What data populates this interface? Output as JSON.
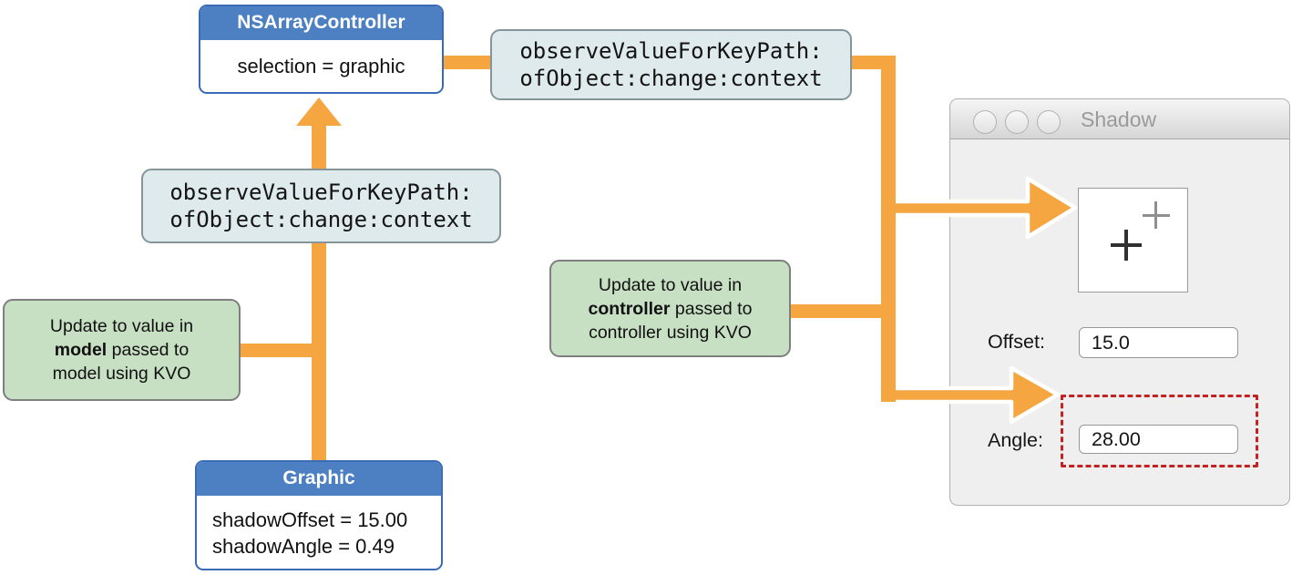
{
  "colors": {
    "arrow_orange": "#F5A640",
    "box_blue_header": "#4C80C2",
    "box_blue_border": "#3A6CB5",
    "code_box_bg": "#DFEAEC",
    "note_green_bg": "#C7E0C3",
    "highlight_red": "#C32222",
    "window_bg": "#F0EFEF",
    "window_title_text": "#9A9A9A"
  },
  "controller_box": {
    "title": "NSArrayController",
    "body": "selection = graphic"
  },
  "kvo_call_top": {
    "line1": "observeValueForKeyPath:",
    "line2": "ofObject:change:context"
  },
  "kvo_call_mid": {
    "line1": "observeValueForKeyPath:",
    "line2": "ofObject:change:context"
  },
  "note_model": {
    "line1": "Update to value in",
    "line2_bold": "model",
    "line2_rest": " passed to",
    "line3": "model using KVO"
  },
  "note_controller": {
    "line1": "Update to value in",
    "line2_bold": "controller",
    "line2_rest": " passed to",
    "line3": "controller using KVO"
  },
  "model_box": {
    "title": "Graphic",
    "line1": "shadowOffset = 15.00",
    "line2": "shadowAngle = 0.49"
  },
  "window": {
    "title": "Shadow",
    "offset_label": "Offset:",
    "offset_value": "15.0",
    "angle_label": "Angle:",
    "angle_value": "28.00"
  }
}
